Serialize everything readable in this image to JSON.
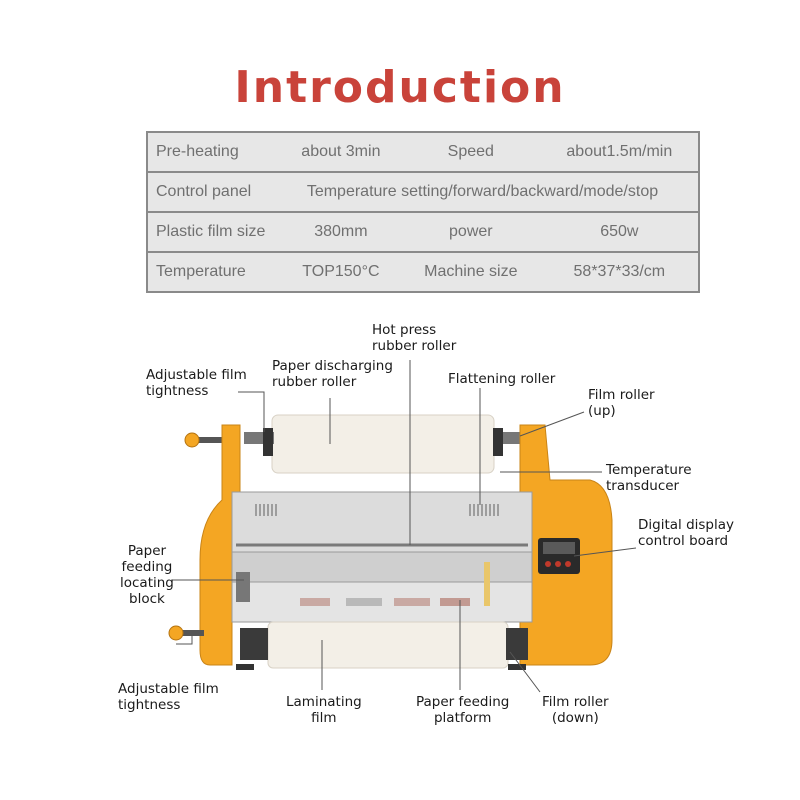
{
  "title": "Introduction",
  "specs": {
    "row1": {
      "label1": "Pre-heating",
      "value1": "about 3min",
      "label2": "Speed",
      "value2": "about1.5m/min"
    },
    "row2": {
      "label1": "Control panel",
      "value1": "Temperature setting/forward/backward/mode/stop"
    },
    "row3": {
      "label1": "Plastic film size",
      "value1": "380mm",
      "label2": "power",
      "value2": "650w"
    },
    "row4": {
      "label1": "Temperature",
      "value1": "TOP150°C",
      "label2": "Machine size",
      "value2": "58*37*33/cm"
    }
  },
  "labels": {
    "film_tightness_top": "Adjustable film\ntightness",
    "paper_discharging_roller": "Paper discharging\nrubber roller",
    "hot_press_roller": "Hot press\nrubber roller",
    "flattening_roller": "Flattening roller",
    "film_roller_up": "Film roller\n(up)",
    "temperature_transducer": "Temperature\ntransducer",
    "digital_display_board": "Digital display\ncontrol board",
    "paper_feeding_block": "Paper\nfeeding\nlocating\nblock",
    "film_tightness_bottom": "Adjustable film\ntightness",
    "laminating_film": "Laminating\nfilm",
    "paper_feeding_platform": "Paper feeding\nplatform",
    "film_roller_down": "Film roller\n(down)"
  },
  "colors": {
    "title": "#c9433a",
    "machine_body": "#f4a623",
    "machine_panel": "#d9d9d9",
    "film": "#f2ede4"
  }
}
